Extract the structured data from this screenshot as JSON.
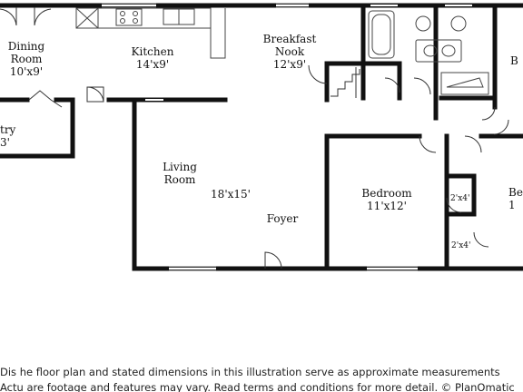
{
  "floorplan": {
    "rooms": [
      {
        "name": "Dining\nRoom",
        "dims": "10'x9'"
      },
      {
        "name": "Kitchen",
        "dims": "14'x9'"
      },
      {
        "name": "Breakfast\nNook",
        "dims": "12'x9'"
      },
      {
        "name": "B",
        "dims": ""
      },
      {
        "name": "try",
        "dims": "3'"
      },
      {
        "name": "Living\nRoom",
        "dims": ""
      },
      {
        "name": "",
        "dims": "18'x15'"
      },
      {
        "name": "Foyer",
        "dims": ""
      },
      {
        "name": "Bedroom",
        "dims": "11'x12'"
      },
      {
        "name": "Be",
        "dims": "1"
      }
    ],
    "closets": [
      "2'x4'",
      "2'x4'"
    ]
  },
  "disclaimer": {
    "line1": "Dis         he floor plan and stated dimensions in this illustration serve as approximate measurements",
    "line2": "Actu    are footage and features may vary. Read terms and conditions for more detail. © PlanOmatic"
  },
  "colors": {
    "wall": "#111111",
    "window": "#777777",
    "fixture": "#444444"
  }
}
